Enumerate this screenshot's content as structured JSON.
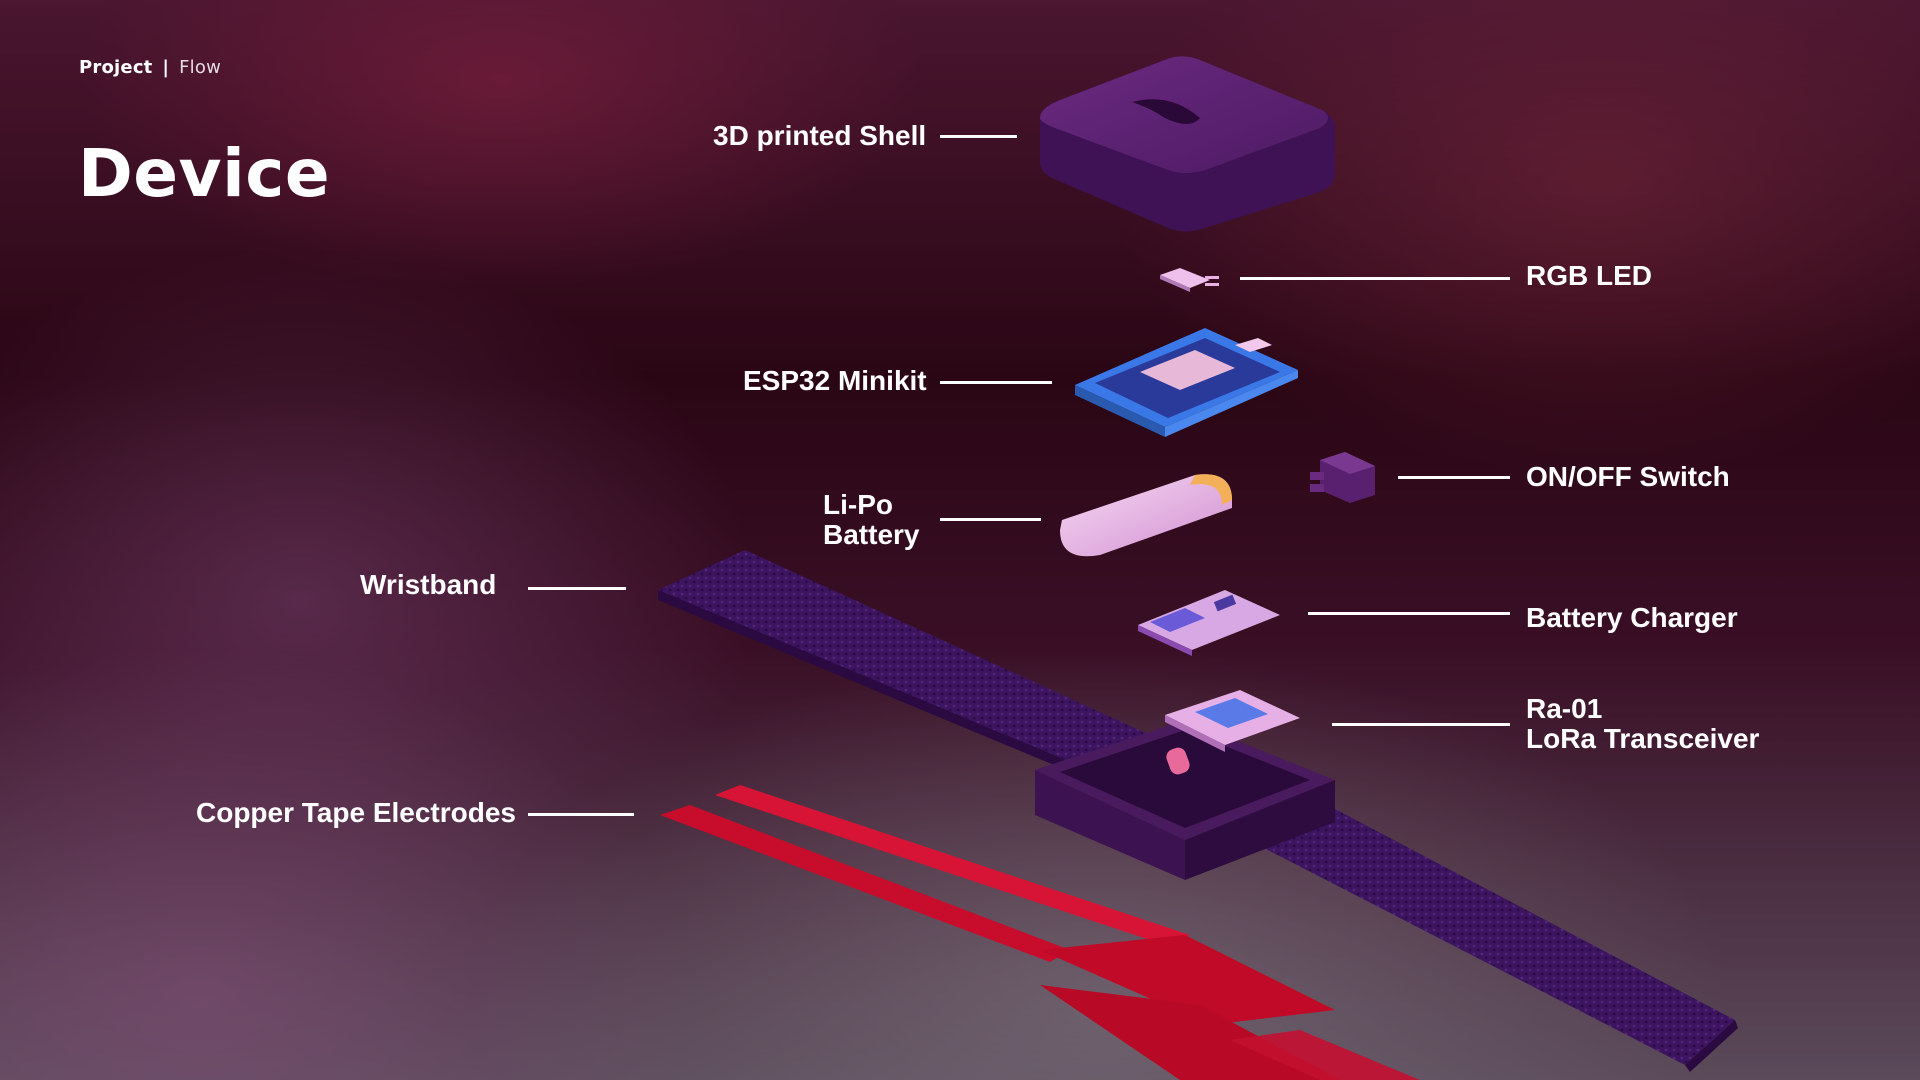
{
  "header": {
    "project": "Project",
    "separator": "|",
    "section": "Flow"
  },
  "page_title": "Device",
  "labels": {
    "shell": "3D printed Shell",
    "rgb_led": "RGB LED",
    "esp32": "ESP32 Minikit",
    "switch": "ON/OFF Switch",
    "lipo_line1": "Li-Po",
    "lipo_line2": "Battery",
    "wristband": "Wristband",
    "charger": "Battery Charger",
    "lora_line1": "Ra-01",
    "lora_line2": "LoRa Transceiver",
    "copper": "Copper Tape Electrodes"
  },
  "colors": {
    "shell": "#5e2070",
    "band": "#3a1458",
    "copper": "#d0102e",
    "pcb_blue": "#3a7ae0",
    "component_pink": "#e8a8e0"
  }
}
